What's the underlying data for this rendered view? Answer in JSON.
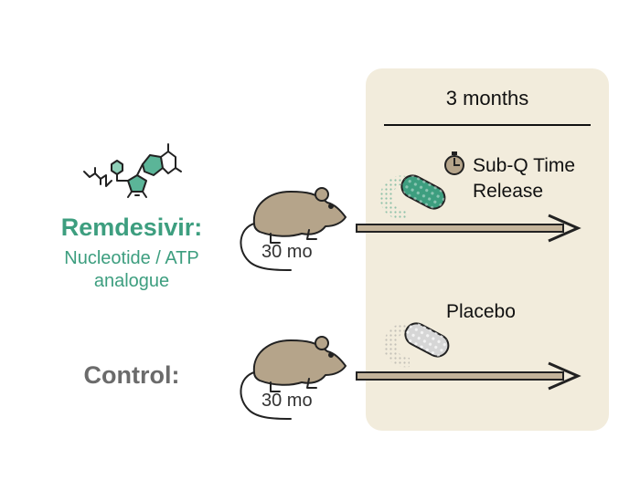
{
  "duration": "3 months",
  "treatment": {
    "name": "Remdesivir:",
    "description_line1": "Nucleotide / ATP",
    "description_line2": "analogue",
    "delivery_line1": "Sub-Q Time",
    "delivery_line2": "Release",
    "age": "30 mo"
  },
  "control": {
    "name": "Control:",
    "delivery": "Placebo",
    "age": "30 mo"
  },
  "colors": {
    "drug_green": "#3d9e7f",
    "control_gray": "#6b6b6b",
    "panel_beige": "#f2ecdc",
    "mouse_brown": "#b5a48a"
  },
  "icons": [
    "molecule-icon",
    "mouse-icon",
    "timer-icon",
    "capsule-icon",
    "arrow-icon"
  ]
}
